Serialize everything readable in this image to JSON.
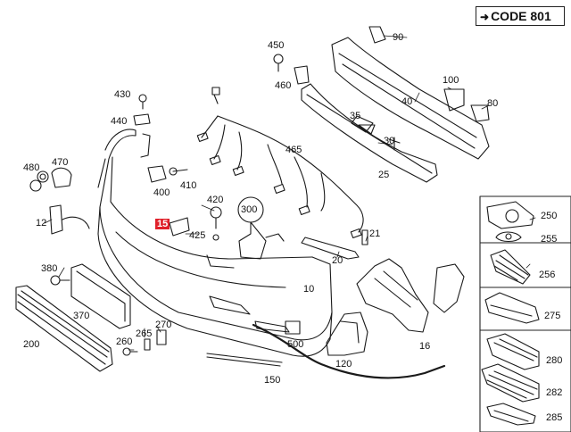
{
  "code_label": "CODE 801",
  "callouts": {
    "c450": "450",
    "c460": "460",
    "c90": "90",
    "c430": "430",
    "c440": "440",
    "c100": "100",
    "c40": "40",
    "c80": "80",
    "c35": "35",
    "c465": "465",
    "c30": "30",
    "c25": "25",
    "c480": "480",
    "c470": "470",
    "c400": "400",
    "c410": "410",
    "c420": "420",
    "c300": "300",
    "c12": "12",
    "c15": "15",
    "c425": "425",
    "c21": "21",
    "c20": "20",
    "c250": "250",
    "c255": "255",
    "c256": "256",
    "c380": "380",
    "c10": "10",
    "c275": "275",
    "c370": "370",
    "c500": "500",
    "c270": "270",
    "c265": "265",
    "c260": "260",
    "c200": "200",
    "c16": "16",
    "c120": "120",
    "c280": "280",
    "c282": "282",
    "c150": "150",
    "c285": "285"
  }
}
